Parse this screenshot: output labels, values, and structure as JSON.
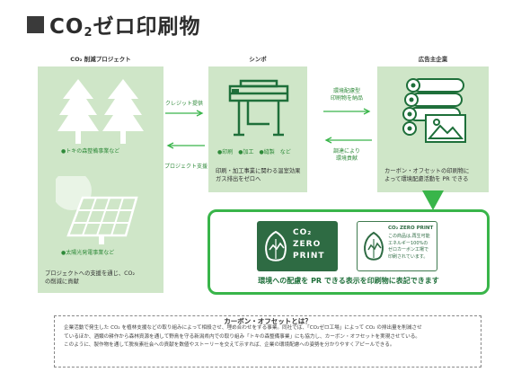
{
  "header": {
    "title_main": "CO",
    "title_sub": "2",
    "title_rest": "ゼロ印刷物"
  },
  "columns": {
    "left": {
      "label": "CO₂ 削減プロジェクト"
    },
    "middle": {
      "label": "シンポ"
    },
    "right": {
      "label": "広告主企業"
    }
  },
  "left_panel": {
    "forest_tag": "●トキの森整備事業など",
    "solar_tag": "●太陽光発電事業など",
    "text_line1": "プロジェクトへの支援を通じ、CO₂",
    "text_line2": "の削減に貢献"
  },
  "middle_panel": {
    "tags": "●印刷　●加工　●縫製　など",
    "text_line1": "印刷・加工事業に関わる温室効果",
    "text_line2": "ガス排出をゼロへ"
  },
  "right_panel": {
    "text_line1": "カーボン・オフセットの印刷物に",
    "text_line2": "よって環境配慮活動を PR できる"
  },
  "arrows": {
    "credit": "クレジット提供",
    "project_support": "プロジェクト支援",
    "deliver_line1": "環境配慮型",
    "deliver_line2": "印刷物を納品",
    "procure_line1": "調達により",
    "procure_line2": "環境貢献"
  },
  "callout": {
    "text": "環境への配慮を PR できる表示を印刷物に表記できます",
    "dark_badge_l1": "CO₂",
    "dark_badge_l2": "ZERO",
    "dark_badge_l3": "PRINT",
    "light_badge_title": "CO₂ ZERO PRINT",
    "light_badge_l1": "この商品は,再生可能",
    "light_badge_l2": "エネルギー100%の",
    "light_badge_l3": "ゼロカーボン工場で",
    "light_badge_l4": "印刷されています。"
  },
  "note": {
    "title": "カーボン・オフセットとは？",
    "line1": "企業活動で発生した CO₂ を植林支援などの取り組みによって相殺させ、埋め合わせをする事業。同社では、「CO₂ゼロ工場」によって CO₂ の排出量を削減させ",
    "line2": "ているほか、酒類の耕作から森林資源を通して野鳥を守る新潟県内での取り組み「トキの森整備事業」にも協力し、カーボン・オフセットを実現させている。",
    "line3": "このように、製作物を通して脱炭素社会への貢献を数値やストーリーを交えて示すれば、企業の環境配慮への姿勢を分かりやすくアピールできる。"
  },
  "colors": {
    "panel": "#cfe6c8",
    "accent": "#39b54a",
    "dark_green": "#2e6b43"
  }
}
